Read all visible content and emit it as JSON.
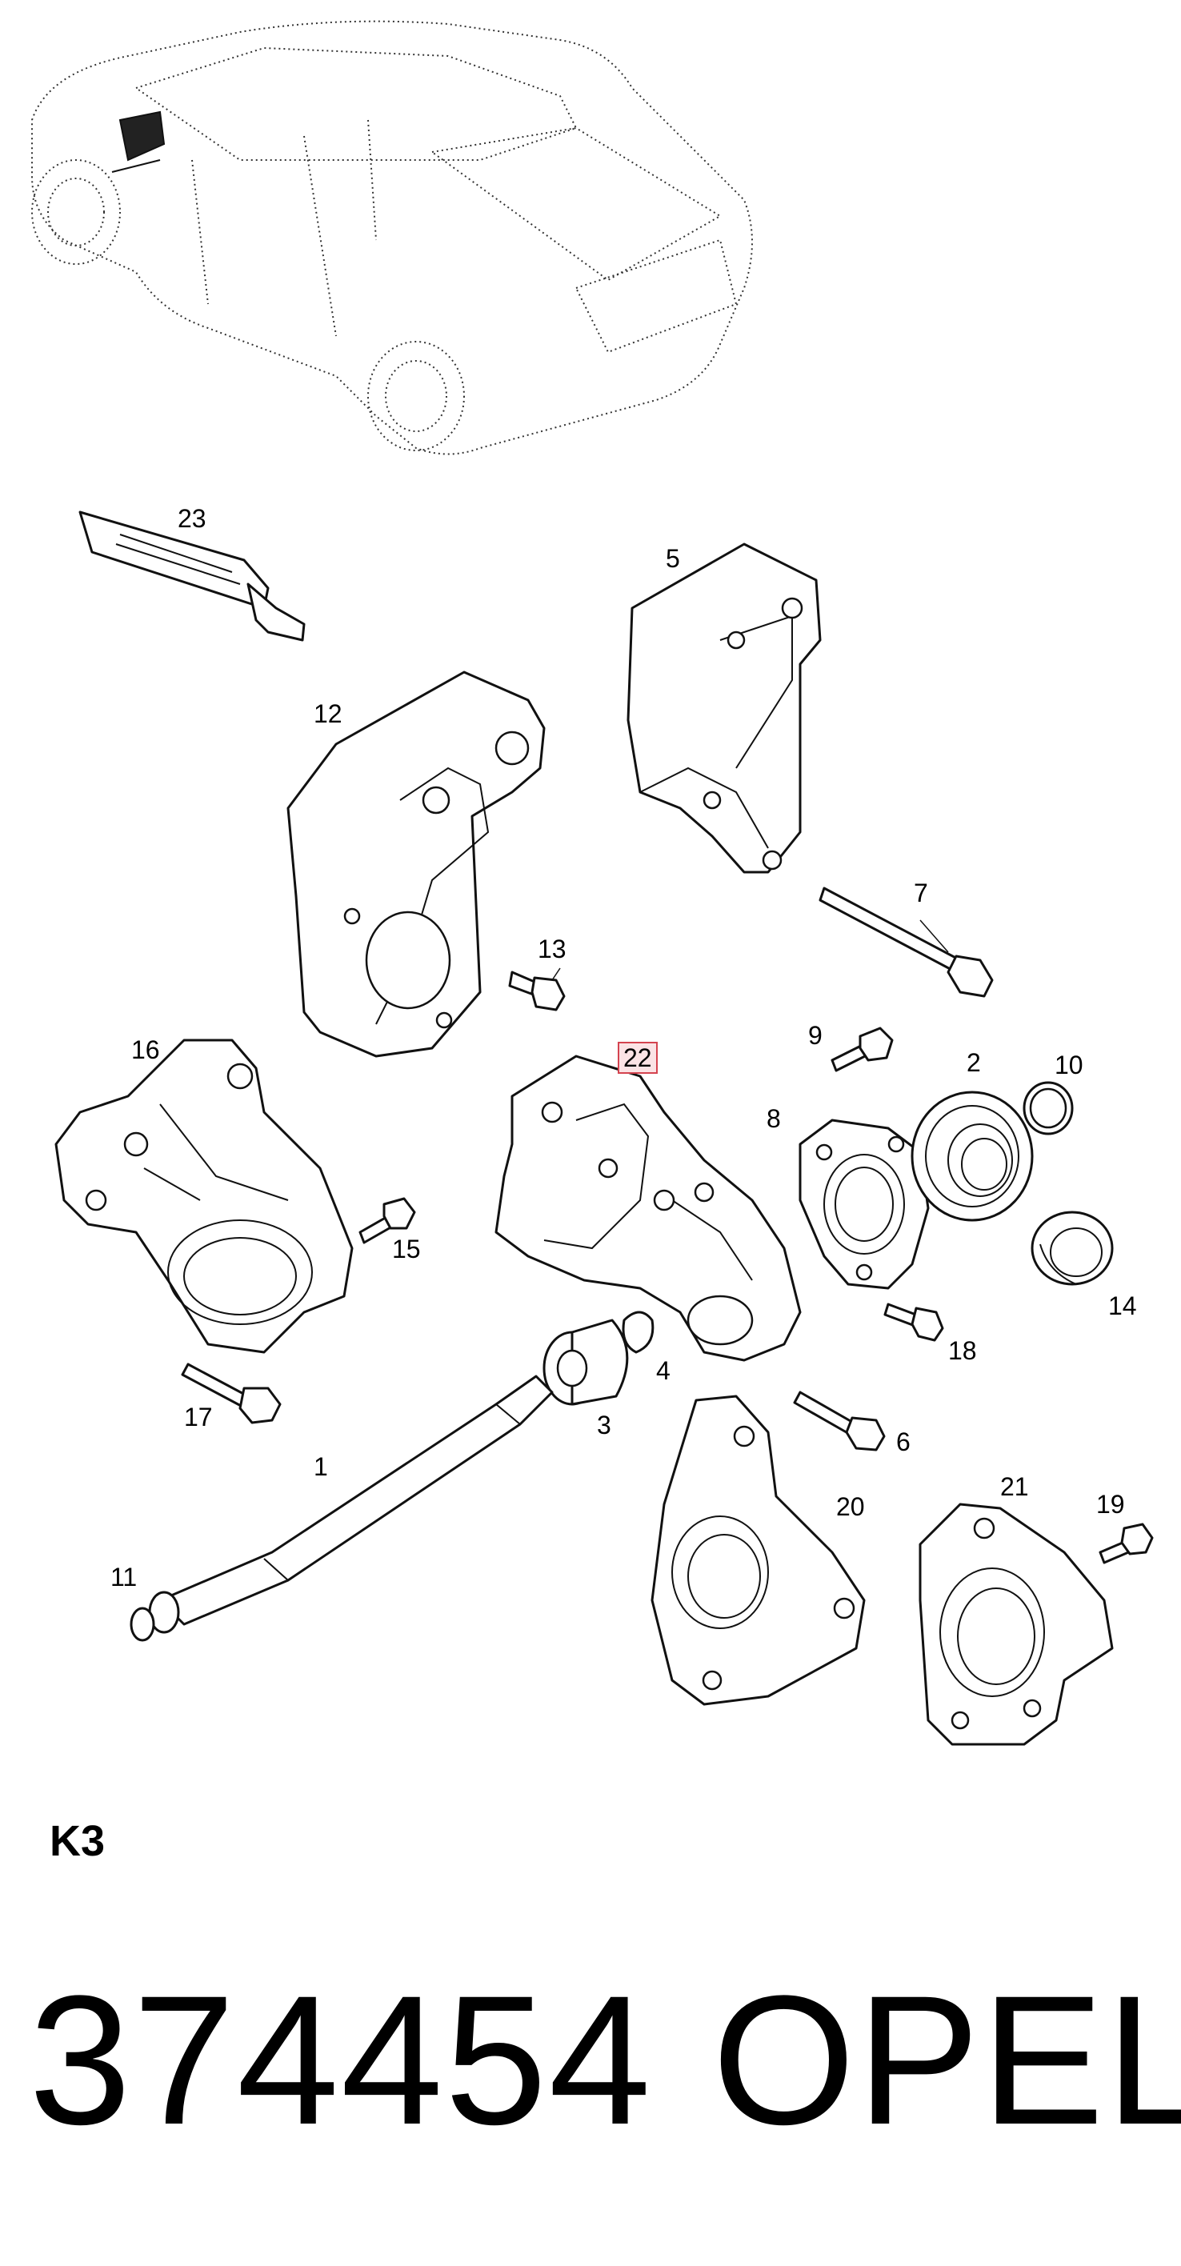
{
  "callouts": {
    "c1": "1",
    "c2": "2",
    "c3": "3",
    "c4": "4",
    "c5": "5",
    "c6": "6",
    "c7": "7",
    "c8": "8",
    "c9": "9",
    "c10": "10",
    "c11": "11",
    "c12": "12",
    "c13": "13",
    "c14": "14",
    "c15": "15",
    "c16": "16",
    "c17": "17",
    "c18": "18",
    "c19": "19",
    "c20": "20",
    "c21": "21",
    "c22": "22",
    "c23": "23"
  },
  "highlighted_callout": "22",
  "highlight_color": "#d4434f",
  "section_code": "K3",
  "footer": {
    "part_number": "374454",
    "brand": "OPEL"
  }
}
